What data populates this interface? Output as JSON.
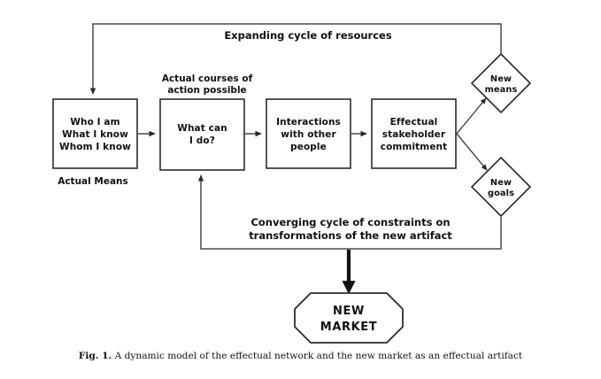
{
  "figure": {
    "caption_prefix": "Fig. 1.",
    "caption_text": " A dynamic model of the effectual network and the new market as an effectual artifact"
  },
  "colors": {
    "node_stroke": "#2b2b2b",
    "connector": "#4a4a4a",
    "thick_connector": "#111111",
    "text": "#111111",
    "background": "#ffffff"
  },
  "diagram": {
    "type": "flowchart",
    "nodes": [
      {
        "id": "actual-means",
        "shape": "rect",
        "lines": [
          "Who I am",
          "What I know",
          "Whom I know"
        ],
        "line1": "Who I am",
        "line2": "What I know",
        "line3": "Whom I know",
        "external_label": "Actual Means"
      },
      {
        "id": "what-can-i-do",
        "shape": "rect",
        "lines": [
          "What can",
          "I do?"
        ],
        "line1": "What can",
        "line2": "I do?",
        "external_label_line1": "Actual courses of",
        "external_label_line2": "action possible"
      },
      {
        "id": "interactions",
        "shape": "rect",
        "lines": [
          "Interactions",
          "with other",
          "people"
        ],
        "line1": "Interactions",
        "line2": "with other",
        "line3": "people"
      },
      {
        "id": "effectual-commitment",
        "shape": "rect",
        "lines": [
          "Effectual",
          "stakeholder",
          "commitment"
        ],
        "line1": "Effectual",
        "line2": "stakeholder",
        "line3": "commitment"
      },
      {
        "id": "new-means",
        "shape": "diamond",
        "lines": [
          "New",
          "means"
        ],
        "line1": "New",
        "line2": "means"
      },
      {
        "id": "new-goals",
        "shape": "diamond",
        "lines": [
          "New",
          "goals"
        ],
        "line1": "New",
        "line2": "goals"
      },
      {
        "id": "new-market",
        "shape": "octagon",
        "lines": [
          "NEW",
          "MARKET"
        ],
        "line1": "NEW",
        "line2": "MARKET"
      }
    ],
    "edge_labels": {
      "top_cycle": "Expanding cycle of resources",
      "bottom_cycle_line1": "Converging cycle of constraints on",
      "bottom_cycle_line2": "transformations of the new artifact"
    }
  }
}
